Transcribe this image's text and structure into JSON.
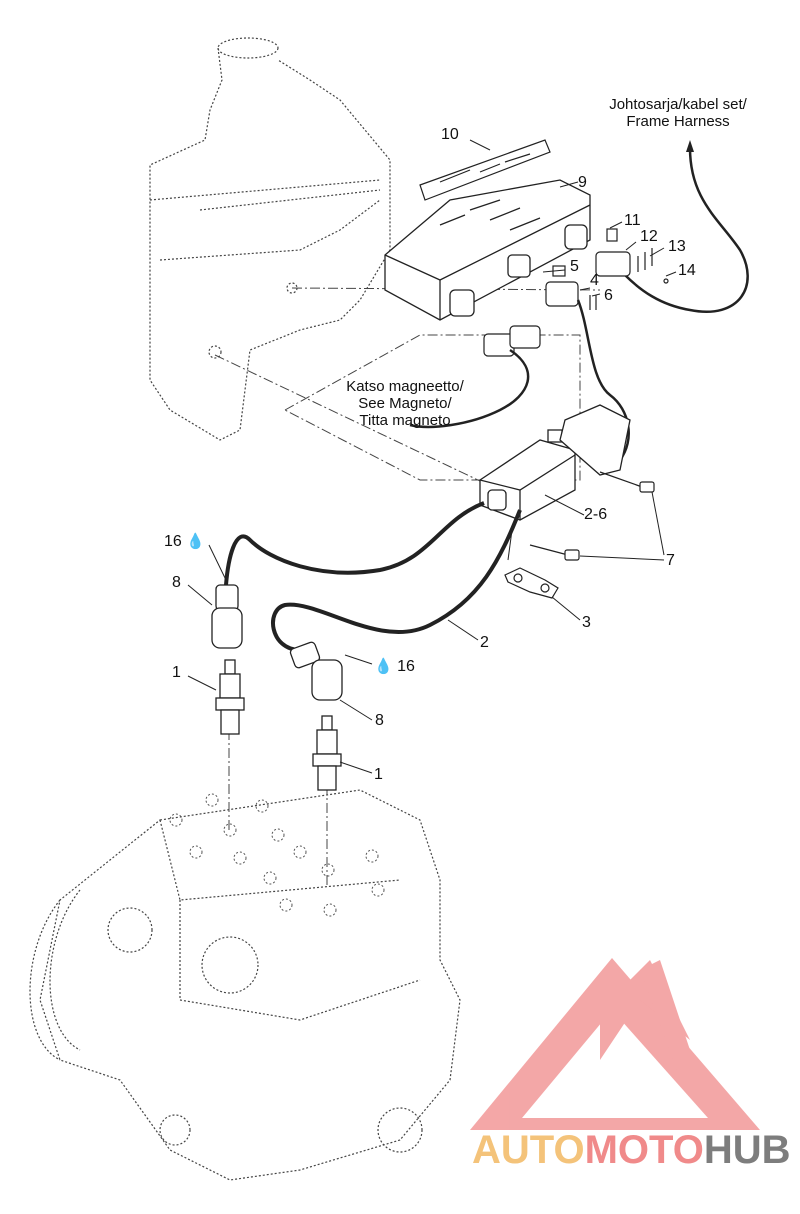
{
  "callouts": {
    "n1a": "1",
    "n1b": "1",
    "n2": "2",
    "n2_6": "2-6",
    "n3": "3",
    "n4": "4",
    "n5": "5",
    "n6": "6",
    "n7": "7",
    "n8a": "8",
    "n8b": "8",
    "n9": "9",
    "n10": "10",
    "n11": "11",
    "n12": "12",
    "n13": "13",
    "n14": "14",
    "n16a": "16",
    "n16b": "16"
  },
  "notes": {
    "harness": [
      "Johtosarja/kabel set/",
      "Frame Harness"
    ],
    "magneto": [
      "Katso magneetto/",
      "See Magneto/",
      "Titta magneto"
    ]
  },
  "brand": {
    "part1": "AUTO",
    "part2": "MOTO",
    "part3": "HUB"
  },
  "colors": {
    "brand_yellow": "#f4c37a",
    "brand_red": "#f08a8a",
    "brand_gray": "#7d7d7d",
    "line": "#222222"
  }
}
